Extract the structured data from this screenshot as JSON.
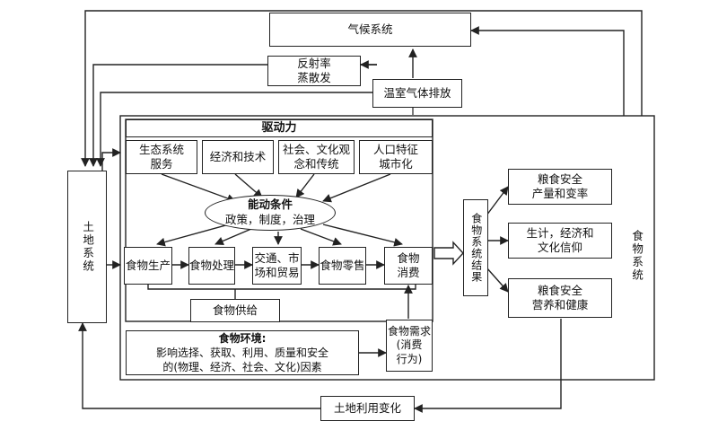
{
  "climate_system": "气候系统",
  "albedo": "反射率\n蒸散发",
  "ghg_emissions": "温室气体排放",
  "drivers_title": "驱动力",
  "drivers": {
    "ecosystem_services": "生态系统\n服务",
    "economy_tech": "经济和技术",
    "social_culture": "社会、文化观\n念和传统",
    "demographics": "人口特征\n城市化"
  },
  "enabling": {
    "title": "能动条件",
    "subtitle": "政策，制度，治理"
  },
  "land_system": "土地系统",
  "chain": {
    "production": "食物生产",
    "processing": "食物处理",
    "trade": "交通、市\n场和贸易",
    "retail": "食物零售",
    "consumption": "食物\n消费"
  },
  "food_supply": "食物供给",
  "food_env": {
    "title": "食物环境:",
    "line1": "影响选择、获取、利用、质量和安全",
    "line2": "的(物理、经济、社会、文化)因素"
  },
  "food_demand": "食物需求\n(消费\n行为)",
  "outcomes_title": "食物系统结果",
  "outcomes": {
    "security": "粮食安全\n产量和变率",
    "livelihood": "生计，经济和\n文化信仰",
    "nutrition": "粮食安全\n营养和健康"
  },
  "food_system": "食物系统",
  "land_use_change": "土地利用变化"
}
